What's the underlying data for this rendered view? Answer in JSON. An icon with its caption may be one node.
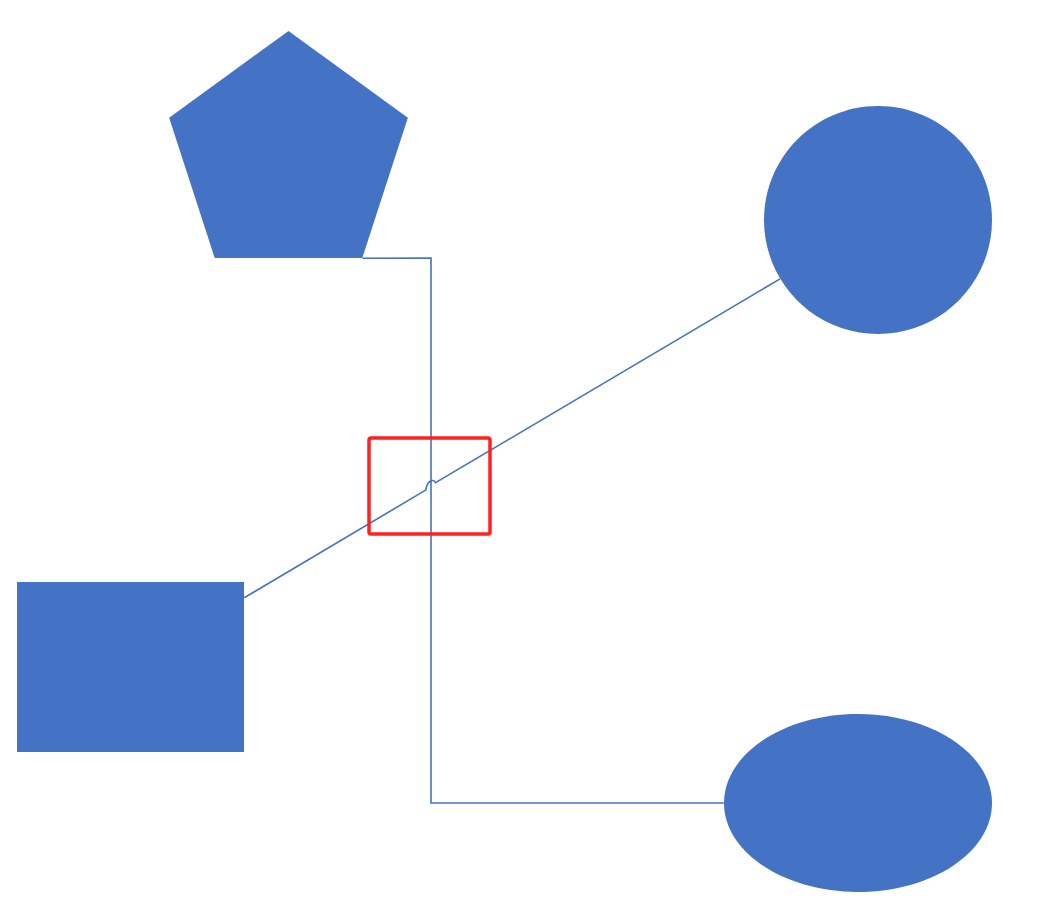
{
  "diagram": {
    "nodes": [
      {
        "text": [],
        "shape": "pentagon"
      },
      {
        "text": [],
        "shape": "circle"
      },
      {
        "text": [],
        "shape": "box"
      },
      {
        "text": [],
        "shape": "ellipse"
      }
    ],
    "edges": [
      {
        "from": 0,
        "to": 3,
        "arrow": "none"
      },
      {
        "from": 2,
        "to": 1,
        "arrow": "none"
      }
    ]
  }
}
